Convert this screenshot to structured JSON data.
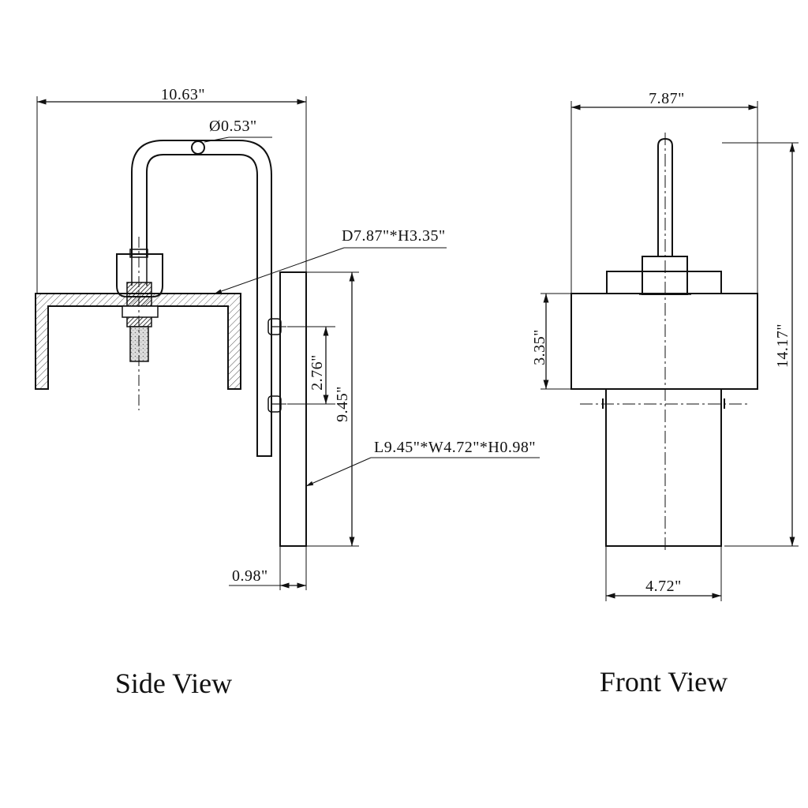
{
  "side_view": {
    "title": "Side View",
    "dims": {
      "width": "10.63\"",
      "rod_diameter": "Ø0.53\"",
      "shade": "D7.87\"*H3.35\"",
      "screw_spacing": "2.76\"",
      "backplate_height": "9.45\"",
      "backplate": "L9.45\"*W4.72\"*H0.98\"",
      "backplate_depth": "0.98\""
    }
  },
  "front_view": {
    "title": "Front View",
    "dims": {
      "width": "7.87\"",
      "shade_height": "3.35\"",
      "total_height": "14.17\"",
      "backplate_width": "4.72\""
    }
  }
}
